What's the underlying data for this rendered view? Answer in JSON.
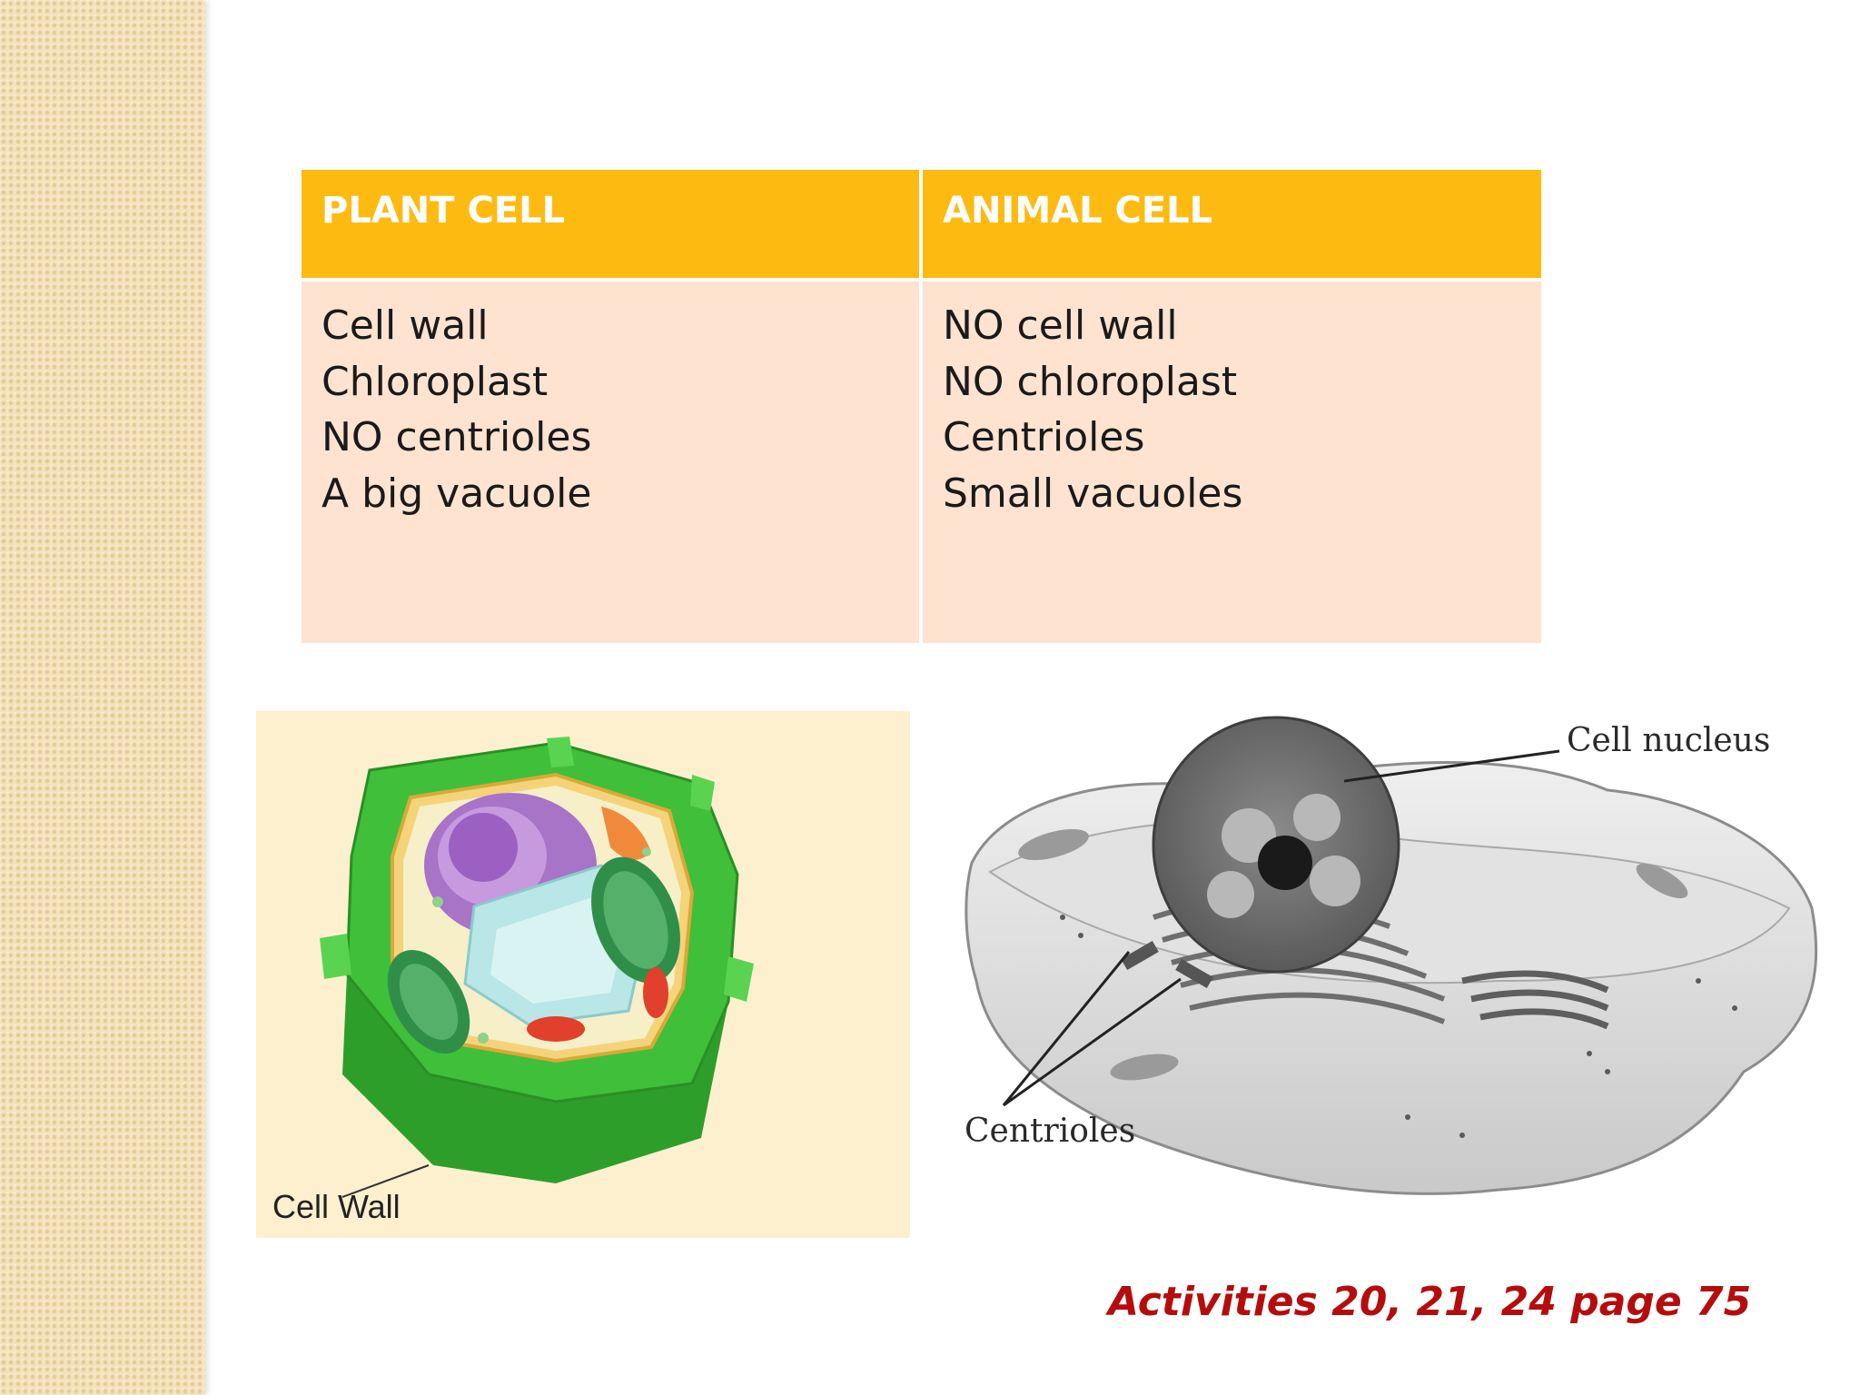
{
  "table": {
    "headers": [
      "PLANT CELL",
      "ANIMAL CELL"
    ],
    "plant_cell": [
      "Cell wall",
      "Chloroplast",
      "NO centrioles",
      "A big vacuole"
    ],
    "animal_cell": [
      "NO cell wall",
      "NO chloroplast",
      "Centrioles",
      "Small vacuoles"
    ]
  },
  "figures": {
    "plant_label": "Cell Wall",
    "animal_labels": [
      "Cell nucleus",
      "Centrioles"
    ]
  },
  "footer": "Activities 20, 21, 24 page 75",
  "colors": {
    "header_bg": "#fdbb12",
    "cell_bg": "#fde3d0",
    "footer_text": "#b50d0d",
    "side_band": "#f3e3bf"
  }
}
